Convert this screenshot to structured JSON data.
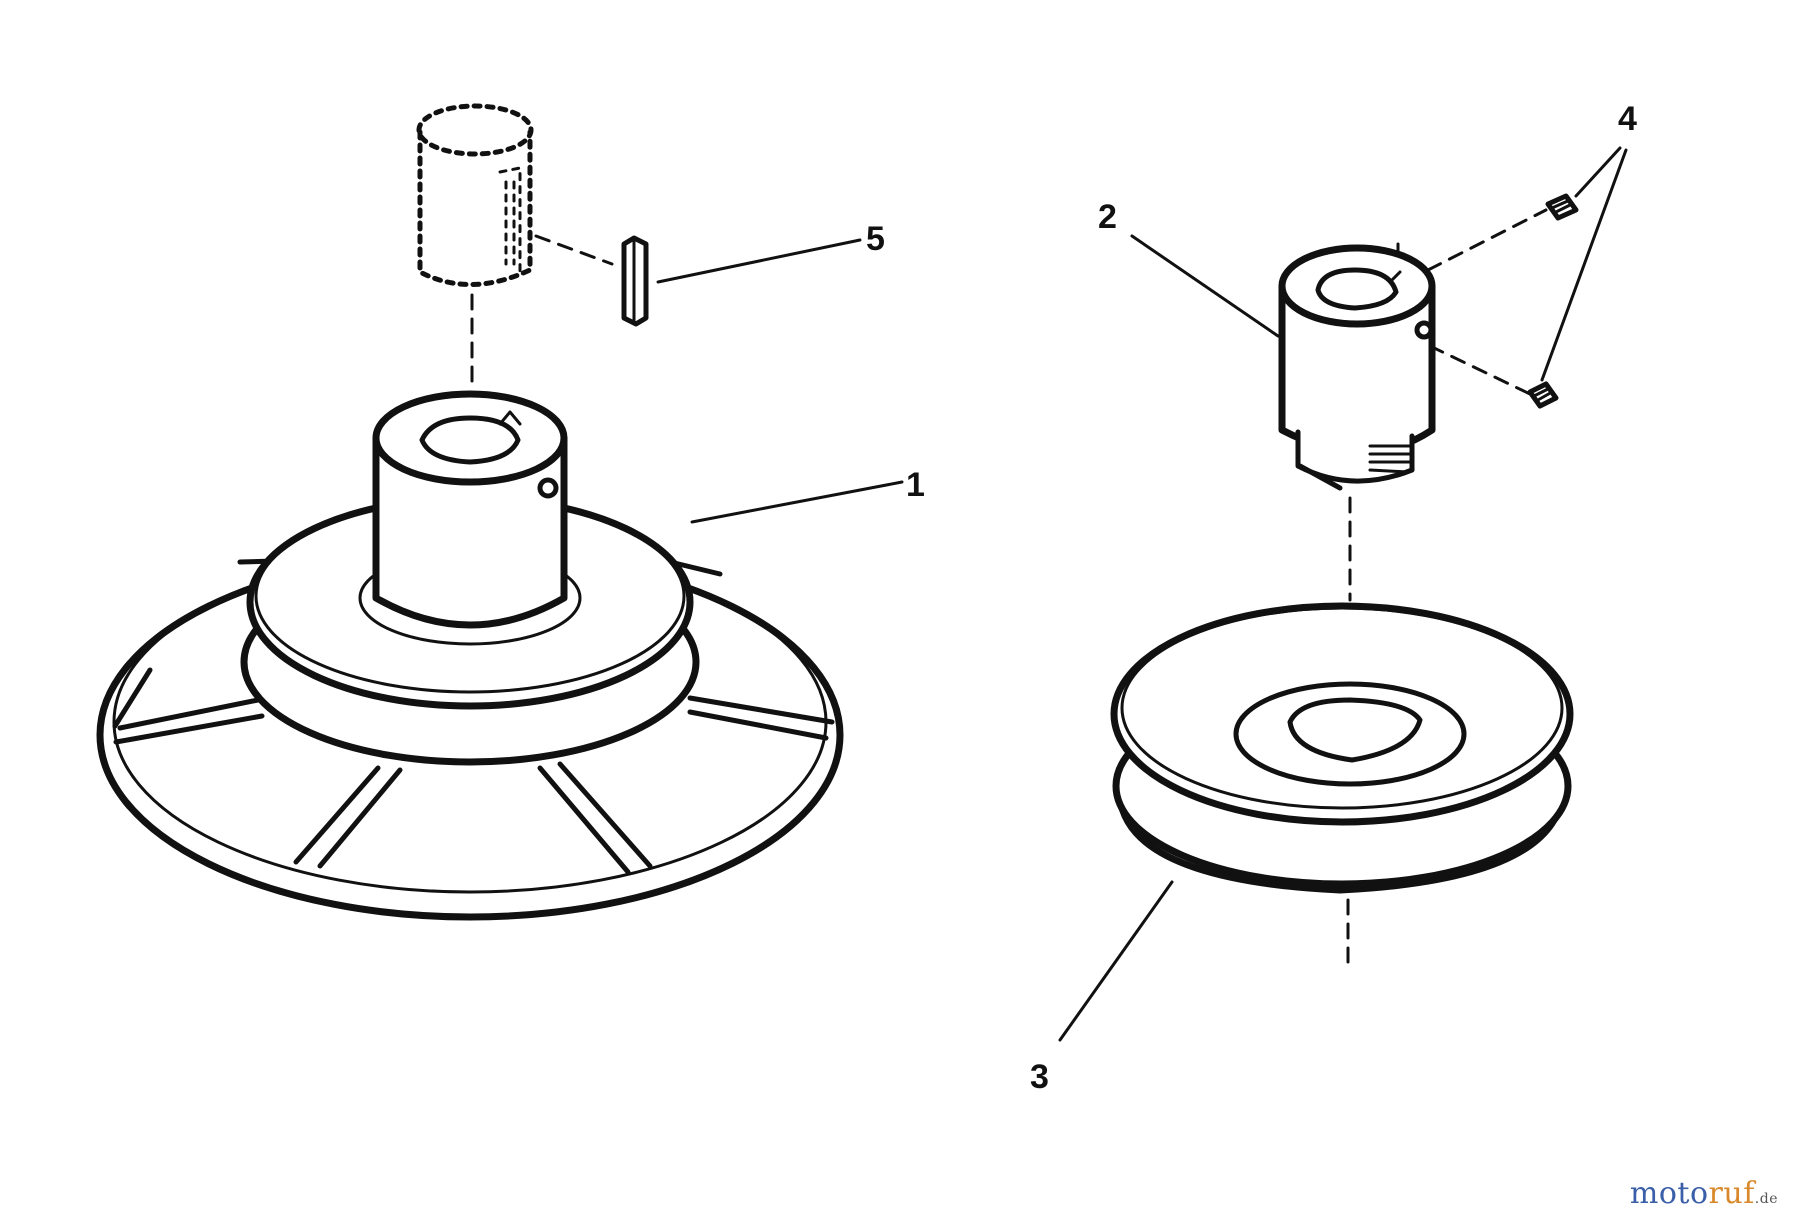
{
  "diagram": {
    "type": "exploded parts view",
    "callouts": {
      "part1": "1",
      "part2": "2",
      "part3": "3",
      "part4": "4",
      "part5": "5"
    }
  },
  "watermark": {
    "part_a": "moto",
    "part_b": "ruf",
    "tld": ".de",
    "colors": {
      "part_a": "#3a5ea8",
      "part_b": "#d9892b"
    }
  }
}
